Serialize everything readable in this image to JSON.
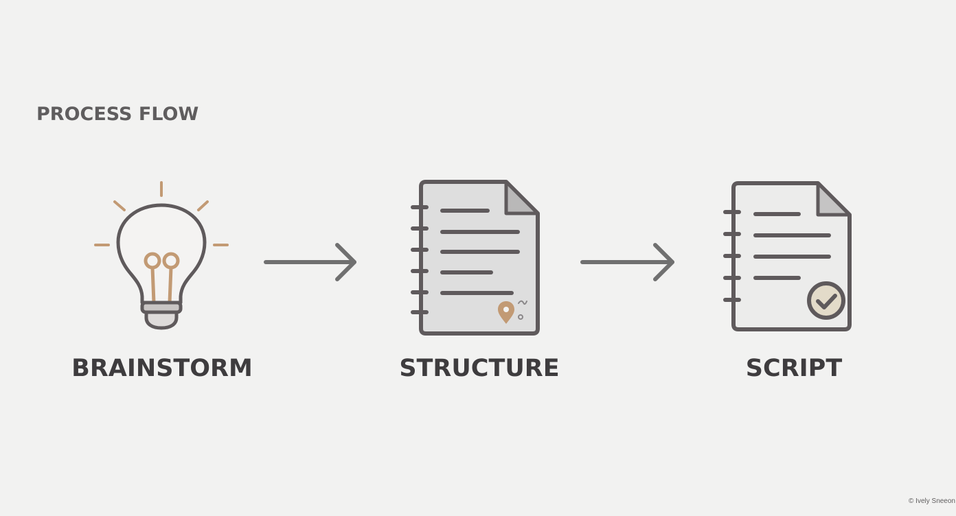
{
  "heading": "PROCESS FLOW",
  "steps": [
    {
      "label": "BRAINSTORM",
      "icon": "lightbulb-icon"
    },
    {
      "label": "STRUCTURE",
      "icon": "notebook-document-icon"
    },
    {
      "label": "SCRIPT",
      "icon": "checked-document-icon"
    }
  ],
  "connectors": [
    "arrow-right-icon",
    "arrow-right-icon"
  ],
  "credit": "© Ively Sneeon",
  "colors": {
    "background": "#f2f2f1",
    "outline": "#5f5a5c",
    "accent": "#c29a74",
    "arrow": "#707070",
    "label": "#3e3c3e"
  }
}
